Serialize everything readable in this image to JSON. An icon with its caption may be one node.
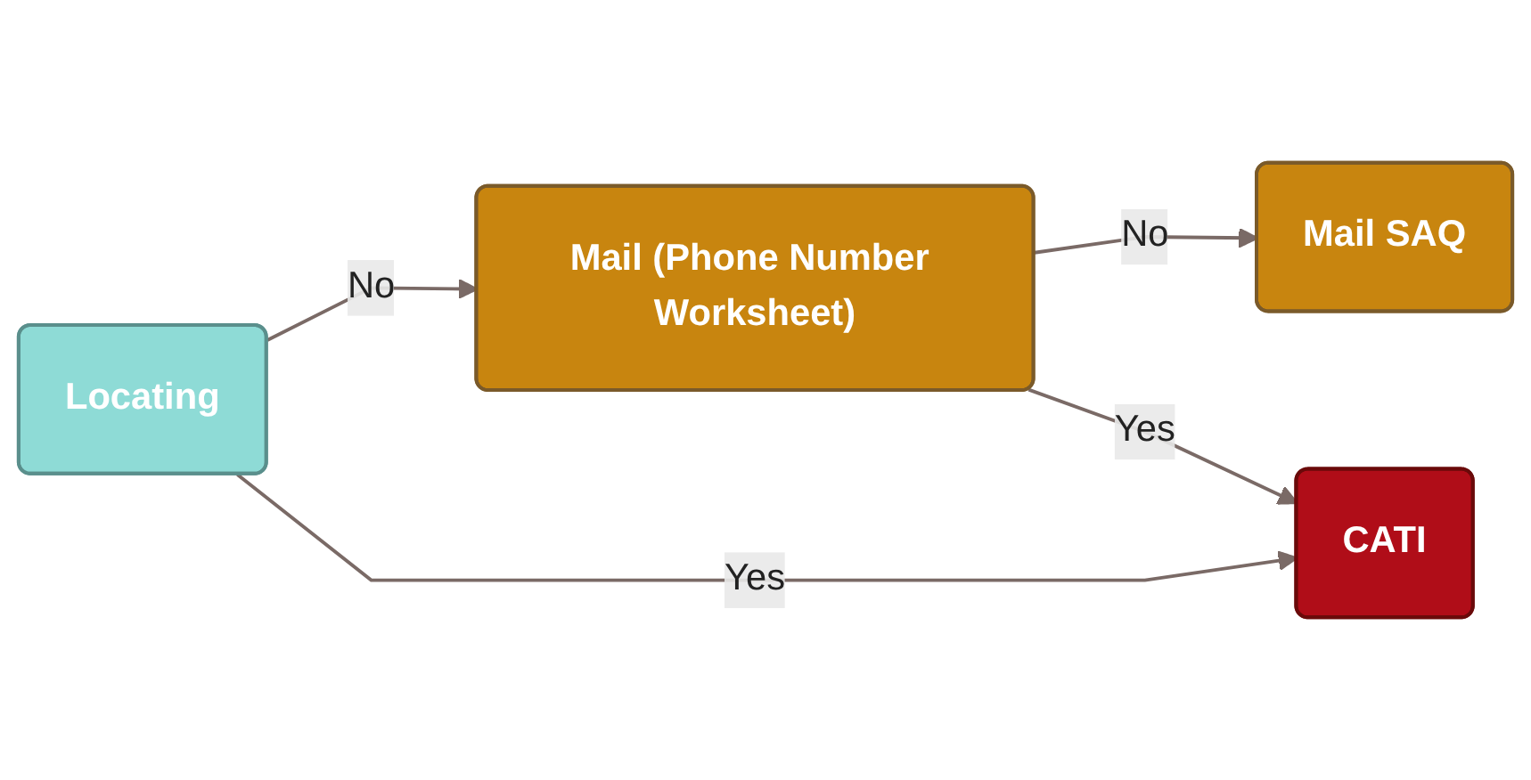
{
  "diagram": {
    "nodes": [
      {
        "text": [
          "Locating"
        ]
      },
      {
        "text": [
          "Mail (Phone Number Worksheet)"
        ]
      },
      {
        "text": [
          "Mail SAQ"
        ]
      },
      {
        "text": [
          "CATI"
        ]
      }
    ],
    "edges": [
      {
        "from": 0,
        "to": 1,
        "arrow": "to",
        "label": "No"
      },
      {
        "from": 1,
        "to": 2,
        "arrow": "to",
        "label": "No"
      },
      {
        "from": 0,
        "to": 3,
        "arrow": "to",
        "label": "Yes"
      },
      {
        "from": 1,
        "to": 3,
        "arrow": "to",
        "label": "Yes"
      }
    ]
  }
}
